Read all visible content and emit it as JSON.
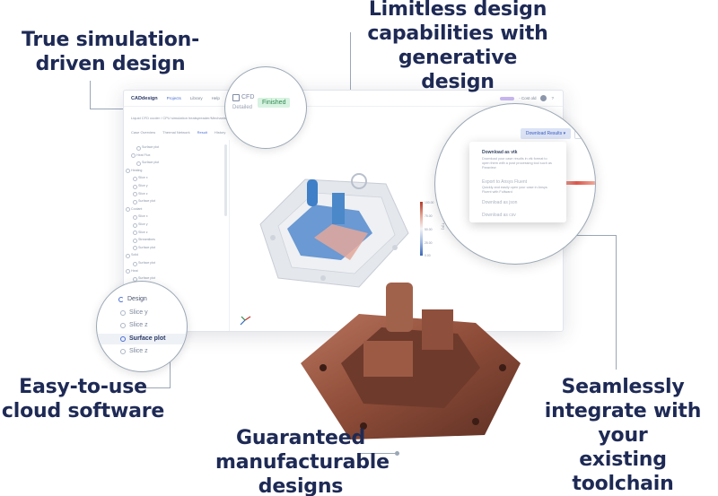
{
  "callouts": {
    "simulation": [
      "True simulation-",
      "driven design"
    ],
    "generative": [
      "Limitless design",
      "capabilities with",
      "generative design"
    ],
    "easy": [
      "Easy-to-use",
      "cloud software"
    ],
    "manufacturable": [
      "Guaranteed",
      "manufacturable",
      "designs"
    ],
    "toolchain": [
      "Seamlessly",
      "integrate with your",
      "existing toolchain"
    ]
  },
  "app": {
    "logo": "CADdesign",
    "nav": [
      "Projects",
      "Library",
      "Help"
    ],
    "credits": "- Cost old",
    "breadcrumb": "Liquid CFD cooler / CPU simulation heatspreader/Mechanism cooler",
    "tabs": [
      "Case Overview",
      "Thermal Network",
      "Result",
      "History"
    ],
    "active_tab": "Result",
    "sidebar_rows": [
      "Surface plot",
      "Heat Flux",
      "Surface plot",
      "Heating",
      "Slice x",
      "Slice y",
      "Slice z",
      "Surface plot",
      "Coolant",
      "Slice x",
      "Slice y",
      "Slice z",
      "Streamlines",
      "Surface plot",
      "Solid",
      "Surface plot",
      "Heat",
      "Surface plot"
    ],
    "legend_ticks": [
      "100.00",
      "75.00",
      "50.00",
      "25.00",
      "0.00"
    ],
    "legend_label": "T [K]"
  },
  "status_card": {
    "type": "CFD",
    "sub": "Detailed",
    "status": "Finished"
  },
  "download": {
    "button": "Download Results",
    "items": [
      {
        "title": "Download as vtk",
        "desc": "Download your case results in vtk format to open them with a post processing tool such as Paraview",
        "disabled": false
      },
      {
        "title": "Export to Ansys Fluent",
        "desc": "Quickly and easily open your case in Ansys Fluent with Fullward",
        "disabled": true
      },
      {
        "title": "Download as json",
        "desc": "",
        "disabled": true
      },
      {
        "title": "Download as csv",
        "desc": "",
        "disabled": true
      }
    ]
  },
  "design_panel": {
    "title": "Design",
    "rows": [
      "Slice y",
      "Slice z",
      "Surface plot",
      "Slice z"
    ],
    "selected": "Surface plot"
  },
  "colors": {
    "callout": "#1e2a55",
    "accent": "#4a6fd6",
    "finished_bg": "#d8f3e1",
    "finished_text": "#2f8a50",
    "copper": "#9a5540"
  }
}
